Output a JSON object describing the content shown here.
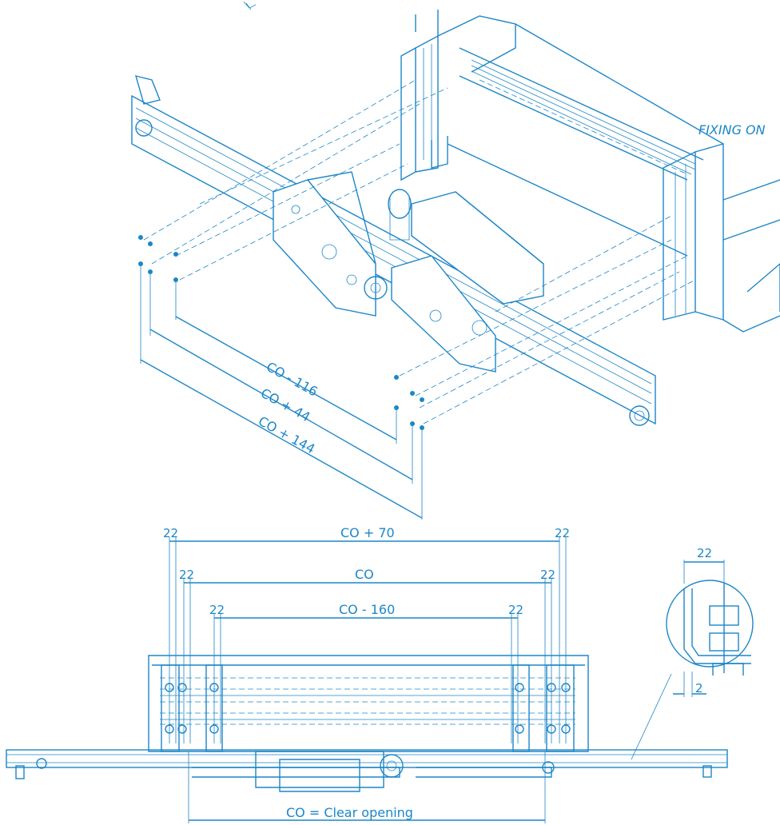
{
  "colors": {
    "line": "#1c86c8",
    "background": "#ffffff"
  },
  "annotations": {
    "fixing_title": "FIXING ON"
  },
  "isometric": {
    "dim_1": "CO - 116",
    "dim_2": "CO + 44",
    "dim_3": "CO + 144"
  },
  "front": {
    "dim_co70": "CO + 70",
    "dim_co": "CO",
    "dim_co160": "CO - 160",
    "gap_22": "22",
    "clear_opening": "CO = Clear opening"
  },
  "detail": {
    "width": "22",
    "gap": "2"
  }
}
